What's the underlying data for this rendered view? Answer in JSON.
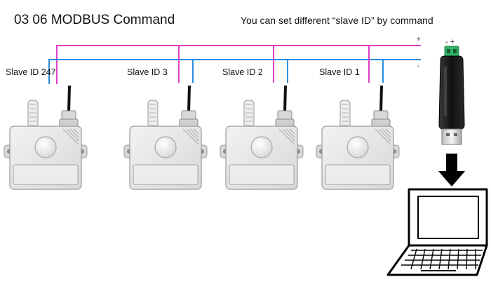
{
  "title": "03 06 MODBUS Command",
  "subtitle": "You can set different “slave ID” by command",
  "bus": {
    "plus_label": "+",
    "minus_label": "-",
    "plus_color": "#e040c8",
    "minus_color": "#2a8ee0"
  },
  "slaves": [
    {
      "label": "Slave ID 247"
    },
    {
      "label": "Slave ID 3"
    },
    {
      "label": "Slave ID 2"
    },
    {
      "label": "Slave ID 1"
    }
  ],
  "adapter": {
    "terminal_label": "- +",
    "icon": "usb-rs485-adapter-icon"
  },
  "arrow": {
    "icon": "arrow-down-icon"
  },
  "laptop": {
    "icon": "laptop-icon"
  }
}
